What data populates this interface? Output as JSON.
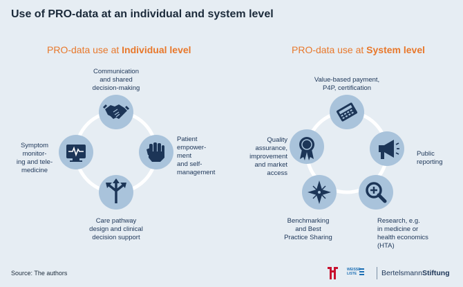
{
  "title": "Use of PRO-data at an individual and system level",
  "individual": {
    "heading_prefix": "PRO-data use at ",
    "heading_bold": "Individual level",
    "items": [
      {
        "label_lines": [
          "Communication",
          "and shared",
          "decision-making"
        ],
        "icon": "handshake-icon"
      },
      {
        "label_lines": [
          "Patient",
          "empower-",
          "ment",
          "and self-",
          "management"
        ],
        "icon": "raised-fist-icon"
      },
      {
        "label_lines": [
          "Care pathway",
          "design and clinical",
          "decision support"
        ],
        "icon": "branching-arrows-icon"
      },
      {
        "label_lines": [
          "Symptom",
          "monitor-",
          "ing and tele-",
          "medicine"
        ],
        "icon": "heart-monitor-icon"
      }
    ]
  },
  "system": {
    "heading_prefix": "PRO-data use at ",
    "heading_bold": "System level",
    "items": [
      {
        "label_lines": [
          "Value-based payment,",
          "P4P, certification"
        ],
        "icon": "calculator-icon"
      },
      {
        "label_lines": [
          "Public",
          "reporting"
        ],
        "icon": "megaphone-icon"
      },
      {
        "label_lines": [
          "Research, e.g.",
          "in medicine or",
          "health economics",
          "(HTA)"
        ],
        "icon": "magnifier-plus-icon"
      },
      {
        "label_lines": [
          "Benchmarking",
          "and Best",
          "Practice Sharing"
        ],
        "icon": "compass-icon"
      },
      {
        "label_lines": [
          "Quality",
          "assurance,",
          "improvement",
          "and market",
          "access"
        ],
        "icon": "award-rosette-icon"
      }
    ]
  },
  "source": "Source: The authors",
  "logos": {
    "weisse_liste_line1": "WEISSE",
    "weisse_liste_line2": "LISTE",
    "bertelsmann_regular": "Bertelsmann",
    "bertelsmann_bold": "Stiftung"
  },
  "colors": {
    "background": "#e6edf3",
    "circle": "#a9c3db",
    "icon": "#1c3557",
    "accent": "#e8782b",
    "ring": "#ffffff"
  }
}
